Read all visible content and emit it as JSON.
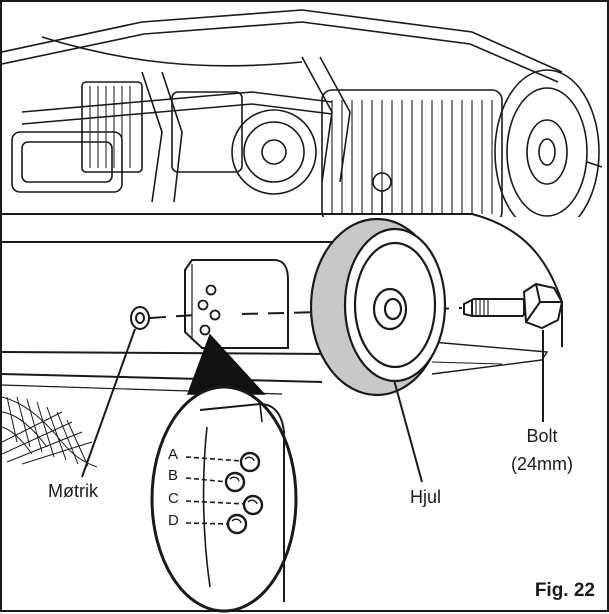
{
  "labels": {
    "nut": "Møtrik",
    "wheel": "Hjul",
    "bolt": "Bolt",
    "bolt_size": "(24mm)",
    "figure": "Fig. 22"
  },
  "holes": [
    "A",
    "B",
    "C",
    "D"
  ],
  "colors": {
    "line": "#1a1a1a",
    "wheel_fill": "#c8c8c8",
    "background": "#ffffff"
  }
}
